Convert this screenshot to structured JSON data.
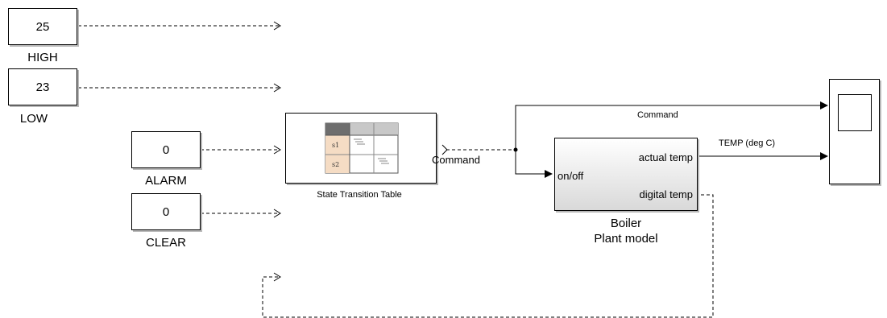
{
  "constants": [
    {
      "id": "high",
      "value": "25",
      "label": "HIGH"
    },
    {
      "id": "low",
      "value": "23",
      "label": "LOW"
    },
    {
      "id": "alarm",
      "value": "0",
      "label": "ALARM"
    },
    {
      "id": "clear",
      "value": "0",
      "label": "CLEAR"
    }
  ],
  "state_table": {
    "label": "State Transition Table",
    "icon_rows": [
      "s1",
      "s2"
    ],
    "output_port": "Command"
  },
  "boiler": {
    "input_port": "on/off",
    "output_ports": [
      "actual temp",
      "digital temp"
    ],
    "label_line1": "Boiler",
    "label_line2": "Plant model"
  },
  "signals": {
    "command": "Command",
    "temp": "TEMP (deg C)"
  },
  "colors": {
    "block_border": "#000000",
    "block_shadow": "#b8b8b8",
    "icon_header_dark": "#6e6e6e",
    "icon_header_light": "#c8c8c8",
    "icon_state_fill": "#f5dcc4"
  }
}
